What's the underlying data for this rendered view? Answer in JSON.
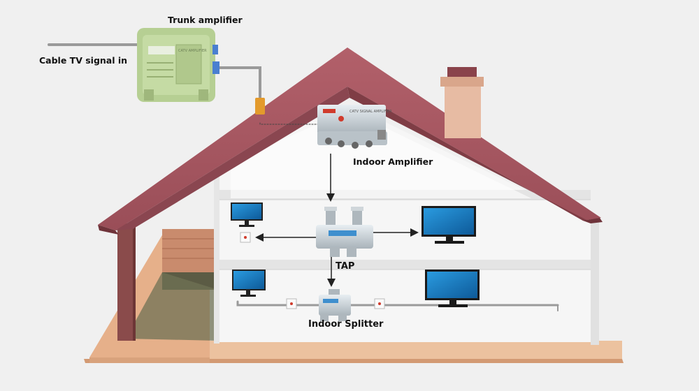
{
  "labels": {
    "trunk_amplifier": "Trunk amplifier",
    "cable_tv_signal_in": "Cable TV signal in",
    "indoor_amplifier": "Indoor Amplifier",
    "tap": "TAP",
    "indoor_splitter": "Indoor Splitter"
  },
  "devices": {
    "indoor_amplifier_panel": "CATV SIGNAL AMPLIFIER",
    "trunk_amplifier_panel": "CATV AMPLIFIER"
  },
  "colors": {
    "background": "#f0f0f0",
    "roof": "#a8555e",
    "roof_dark": "#7f3d45",
    "wall": "#f7f7f7",
    "floor": "#e8b894",
    "chimney": "#e4b8a0",
    "amplifier_green": "#b6cf93",
    "cable": "#9a9a9a",
    "screen": "#1a7ec4"
  },
  "icons": [
    "tv-icon",
    "wall-outlet-icon",
    "arrow-icon"
  ]
}
